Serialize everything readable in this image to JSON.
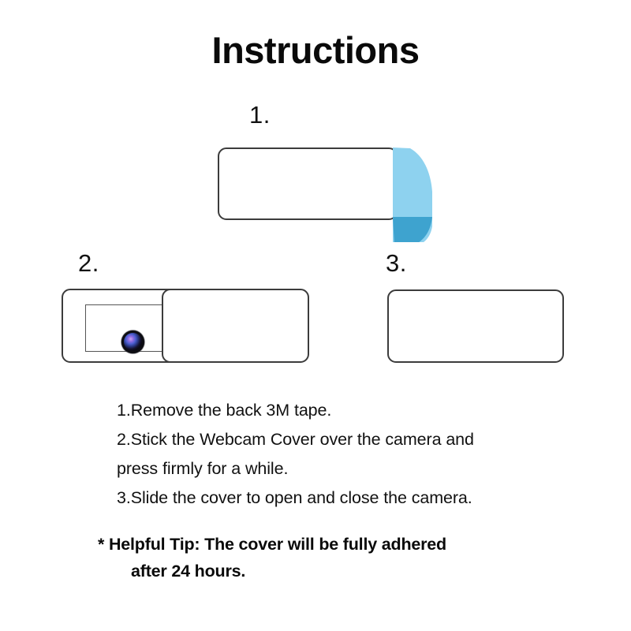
{
  "document": {
    "title": "Instructions",
    "background_color": "#ffffff",
    "text_color": "#111111"
  },
  "steps": [
    {
      "id": "step-1",
      "number_label": "1.",
      "depicts": "webcam-cover-with-3m-tape-backing-peeling",
      "cover_color": "#ffffff",
      "cover_border_color": "#3c3c3c",
      "tape_color_light": "#8ed2ef",
      "tape_color_dark": "#3ea3cf"
    },
    {
      "id": "step-2",
      "number_label": "2.",
      "depicts": "cover-slid-open-revealing-camera-lens",
      "cover_color": "#ffffff",
      "cover_border_color": "#3c3c3c",
      "camera_window_border_color": "#555555",
      "lens_color": "#0a0a12",
      "lens_highlight_color": "#8d6ae0"
    },
    {
      "id": "step-3",
      "number_label": "3.",
      "depicts": "cover-closed",
      "cover_color": "#ffffff",
      "cover_border_color": "#3c3c3c"
    }
  ],
  "instructions": {
    "lines": [
      "1.Remove the back 3M tape.",
      "2.Stick the Webcam Cover over the camera and",
      "press firmly for a while.",
      "3.Slide the cover to open and close the camera."
    ]
  },
  "helpful_tip": {
    "line_1": "* Helpful Tip: The cover will be fully adhered",
    "line_2": "after 24 hours."
  }
}
